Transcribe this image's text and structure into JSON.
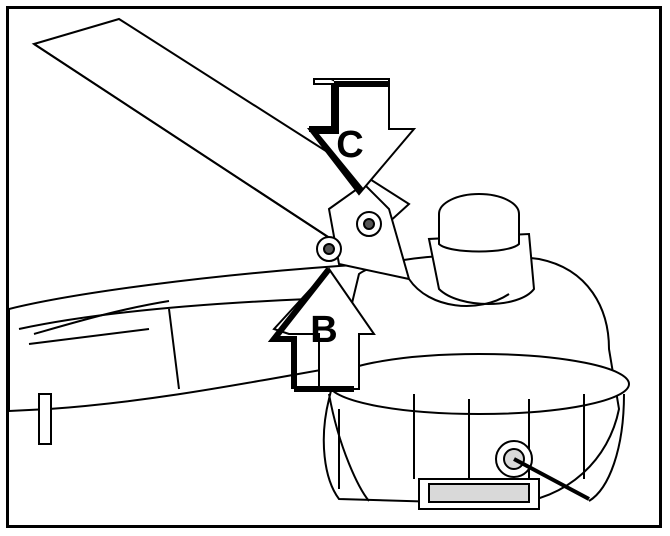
{
  "callouts": {
    "c": {
      "label": "C",
      "direction": "down"
    },
    "b": {
      "label": "B",
      "direction": "up"
    }
  },
  "colors": {
    "line": "#000000",
    "fill": "#ffffff",
    "shade": "#d9d9d9",
    "dark": "#555555"
  }
}
